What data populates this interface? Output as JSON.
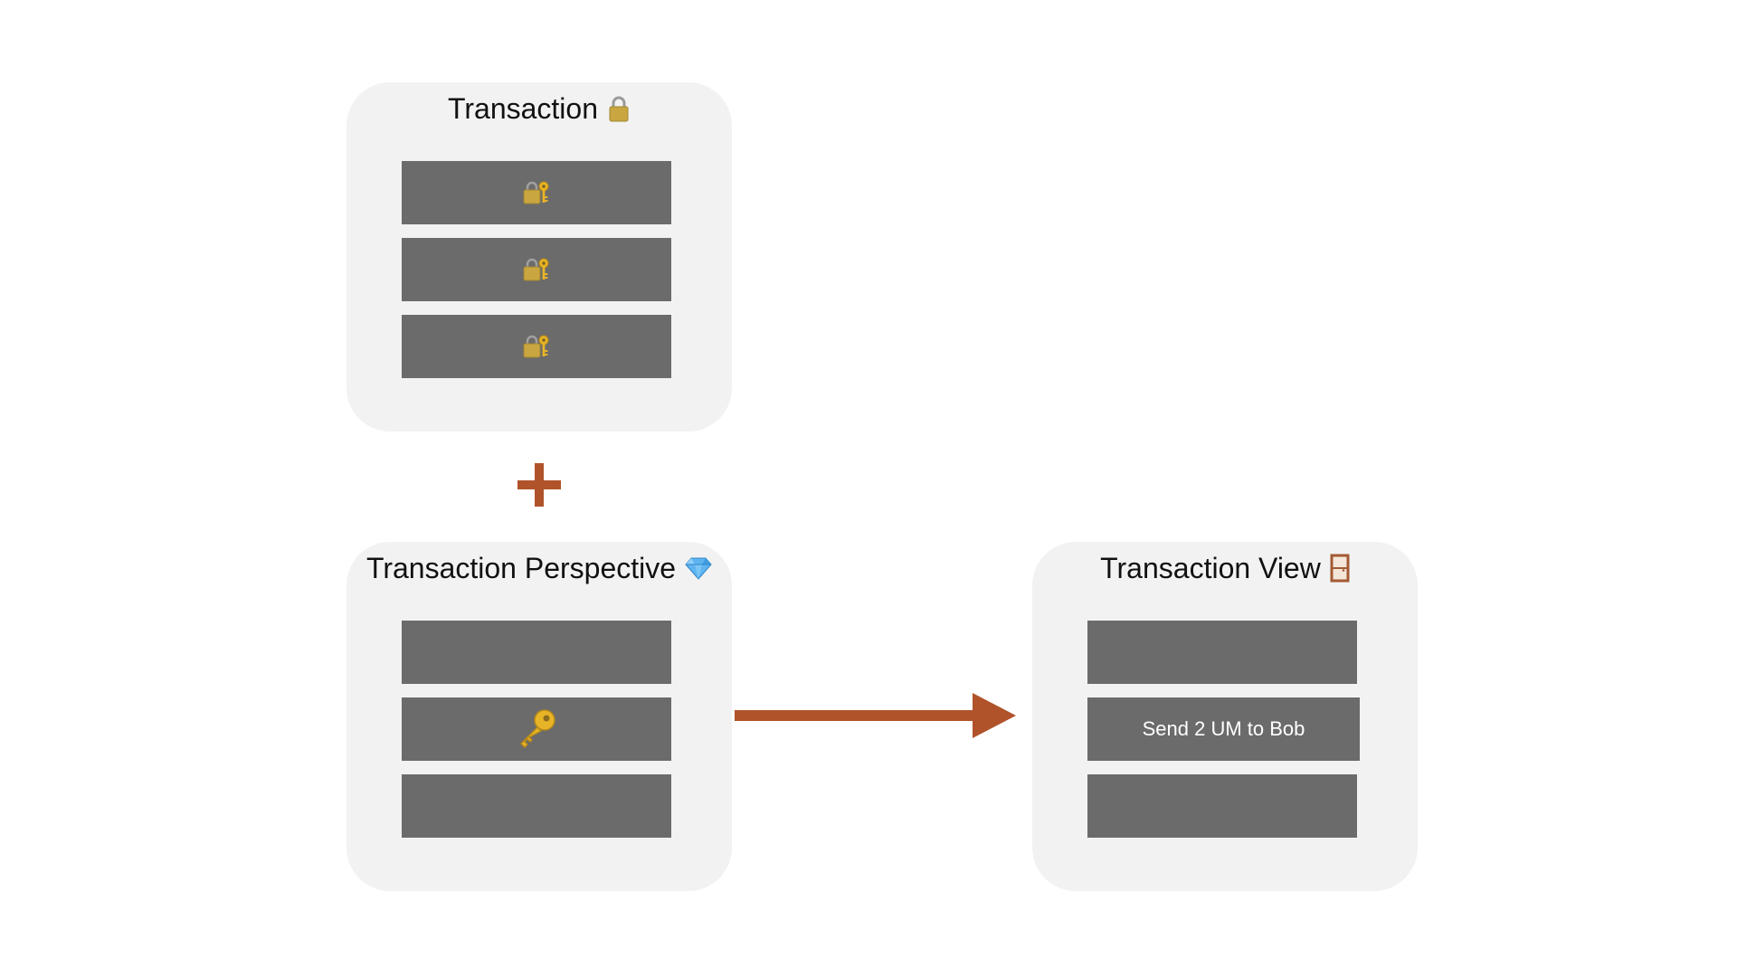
{
  "panels": {
    "transaction": {
      "title": "Transaction",
      "title_icon": "lock-icon",
      "rows": [
        {
          "icon": "locked-with-key-icon"
        },
        {
          "icon": "locked-with-key-icon"
        },
        {
          "icon": "locked-with-key-icon"
        }
      ]
    },
    "perspective": {
      "title": "Transaction Perspective",
      "title_icon": "gem-icon",
      "rows": [
        {
          "icon": ""
        },
        {
          "icon": "key-icon"
        },
        {
          "icon": ""
        }
      ]
    },
    "view": {
      "title": "Transaction View",
      "title_icon": "door-icon",
      "rows": [
        {
          "text": ""
        },
        {
          "text": "Send 2 UM to Bob"
        },
        {
          "text": ""
        }
      ]
    }
  },
  "connectors": {
    "plus_icon": "plus-icon",
    "arrow_icon": "arrow-right-icon"
  },
  "colors": {
    "panel_bg": "#f2f2f2",
    "row_bg": "#6b6b6b",
    "accent": "#b0532b",
    "row_text": "#ffffff"
  }
}
